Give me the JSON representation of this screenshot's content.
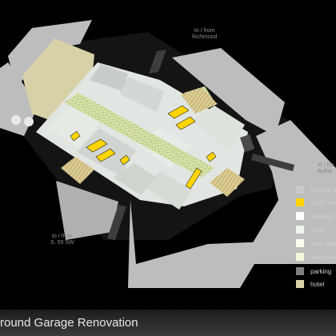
{
  "title": "round Garage Renovation",
  "callouts": {
    "richmond": {
      "line1": "to / from",
      "line2": "Richmond"
    },
    "buffalo": {
      "line1": "to / fro",
      "line2": "Buffal"
    },
    "s59": {
      "line1": "to / from",
      "line2": "S. 59 SW"
    }
  },
  "colors": {
    "background": "#000000",
    "site_block": "#bdbdbd",
    "hotel": "#d8d1a8",
    "existing": "#d9dcd9",
    "retail": "#e4ebe4",
    "plaza": "#d6e2b0",
    "core": "#ffd400",
    "parking": "#808080"
  },
  "legend": [
    {
      "label": "loading d",
      "color": "#c9c9c9"
    },
    {
      "label": "core / sta",
      "color": "#ffd400"
    },
    {
      "label": "existing b",
      "color": "#ffffff"
    },
    {
      "label": "retail",
      "color": "#eef4ee"
    },
    {
      "label": "new drop",
      "color": "#ffffee"
    },
    {
      "label": "new plaz",
      "color": "#f3f8da"
    },
    {
      "label": "parking",
      "color": "#808080"
    },
    {
      "label": "hotel",
      "color": "#d8d1a8"
    }
  ]
}
